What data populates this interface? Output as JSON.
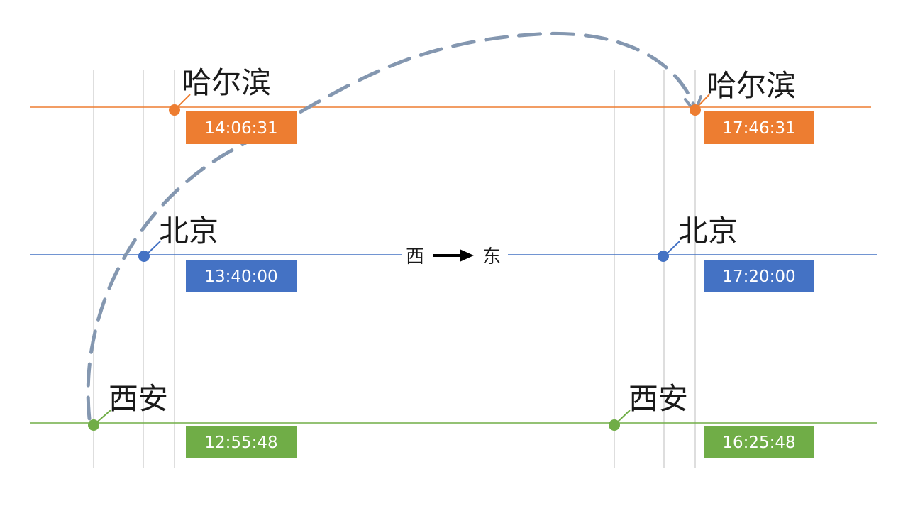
{
  "colors": {
    "harbin": "#ED7D31",
    "beijing": "#4472C4",
    "xian": "#70AD47",
    "guide": "#c8c8c8",
    "arc": "#8497B0",
    "arrow": "#000000"
  },
  "direction": {
    "from": "西",
    "to": "东"
  },
  "left_panel": {
    "harbin": {
      "city": "哈尔滨",
      "time": "14:06:31"
    },
    "beijing": {
      "city": "北京",
      "time": "13:40:00"
    },
    "xian": {
      "city": "西安",
      "time": "12:55:48"
    }
  },
  "right_panel": {
    "harbin": {
      "city": "哈尔滨",
      "time": "17:46:31"
    },
    "beijing": {
      "city": "北京",
      "time": "17:20:00"
    },
    "xian": {
      "city": "西安",
      "time": "16:25:48"
    }
  }
}
